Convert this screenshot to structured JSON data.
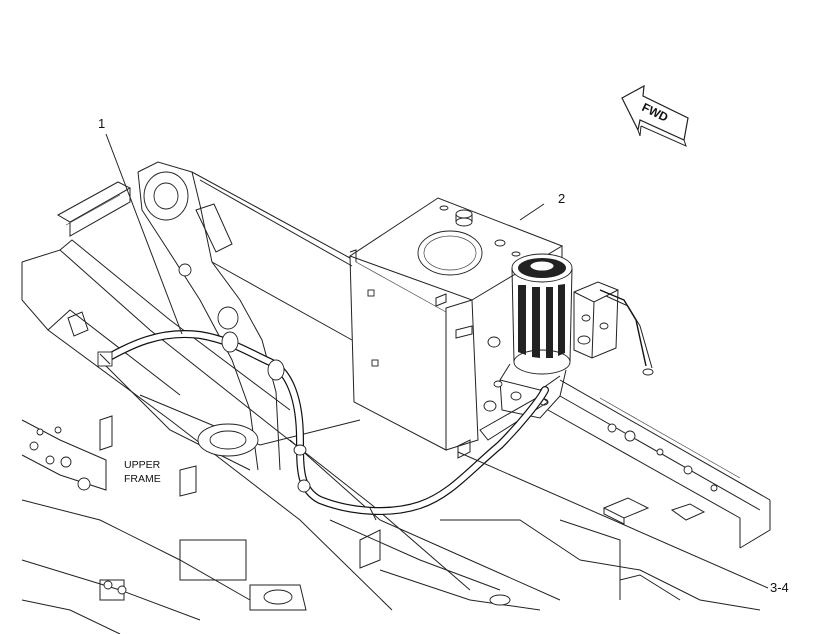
{
  "diagram": {
    "callouts": [
      {
        "id": "1",
        "text": "1"
      },
      {
        "id": "2",
        "text": "2"
      },
      {
        "id": "3-4",
        "text": "3-4"
      }
    ],
    "frame_label": {
      "line1": "UPPER",
      "line2": "FRAME"
    },
    "direction_arrow": {
      "text": "FWD"
    }
  }
}
